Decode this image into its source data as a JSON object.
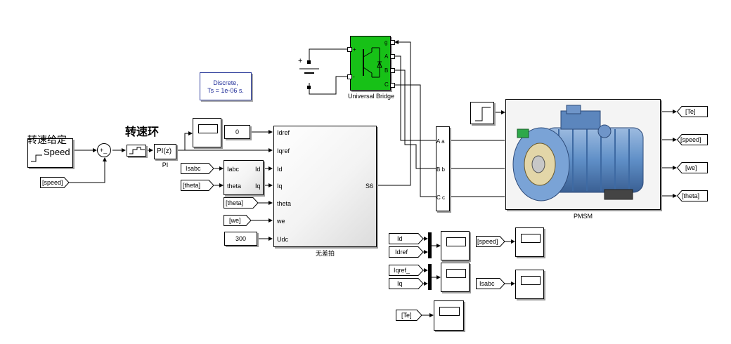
{
  "solver": {
    "line1": "Discrete,",
    "line2": "Ts = 1e-06 s."
  },
  "speed_block": {
    "title": "转速给定",
    "label": "Speed"
  },
  "speed_loop_title": "转速环",
  "sum_signs": "+_",
  "pi": {
    "block": "PI(z)",
    "caption": "PI"
  },
  "constants": {
    "zero": "0",
    "udc": "300"
  },
  "goto_from": {
    "speed_in": "[speed]",
    "isabc_in": "Isabc",
    "theta_in": "[theta]",
    "theta2_in": "[theta]",
    "we_in": "[we]",
    "te_out": "[Te]",
    "speed_out": "[speed]",
    "we_out": "[we]",
    "theta_out": "[theta]",
    "id_in": "Id",
    "idref_in": "Idref",
    "iqref_in": "Iqref_",
    "iq_in": "Iq",
    "te_in": "[Te]",
    "speed_in2": "[speed]",
    "isabc_in2": "Isabc"
  },
  "transform": {
    "p1": "Iabc",
    "p2": "theta",
    "o1": "Id",
    "o2": "Iq"
  },
  "deadbeat": {
    "caption": "无差拍",
    "inputs": [
      "Idref",
      "Iqref",
      "Id",
      "Iq",
      "theta",
      "we",
      "Udc"
    ],
    "output": "S6"
  },
  "bridge": {
    "caption": "Universal Bridge",
    "ports": [
      "g",
      "A",
      "B",
      "C"
    ],
    "plus": "+",
    "minus": "-",
    "color": "#17c117"
  },
  "dc_source": {
    "plus": "+"
  },
  "vm": {
    "left": [
      "A a",
      "B b",
      "C c"
    ]
  },
  "pmsm": {
    "caption": "PMSM"
  },
  "colors": {
    "bridge_green": "#17c117",
    "motor_blue": "#5f8fc7"
  }
}
